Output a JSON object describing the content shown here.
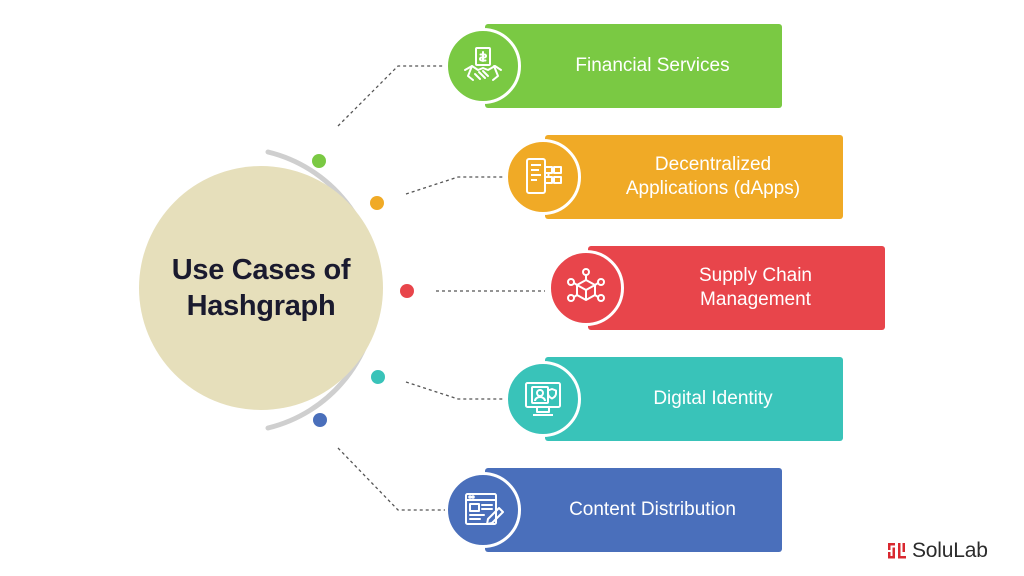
{
  "diagram": {
    "hub_title_line1": "Use Cases of",
    "hub_title_line2": "Hashgraph",
    "hub_color": "#e6dfbb",
    "arc_color": "#cfcfcf",
    "connector_color": "#555555",
    "items": [
      {
        "label_line1": "Financial Services",
        "label_line2": "",
        "color": "#7ac943",
        "icon": "handshake-money-icon"
      },
      {
        "label_line1": "Decentralized",
        "label_line2": "Applications (dApps)",
        "color": "#f0aa26",
        "icon": "app-interface-icon"
      },
      {
        "label_line1": "Supply Chain",
        "label_line2": "Management",
        "color": "#e8454b",
        "icon": "network-box-icon"
      },
      {
        "label_line1": "Digital Identity",
        "label_line2": "",
        "color": "#39c3b9",
        "icon": "identity-monitor-icon"
      },
      {
        "label_line1": "Content Distribution",
        "label_line2": "",
        "color": "#4a6fbb",
        "icon": "content-edit-icon"
      }
    ]
  },
  "brand": {
    "name": "SoluLab",
    "color": "#d9282f"
  }
}
